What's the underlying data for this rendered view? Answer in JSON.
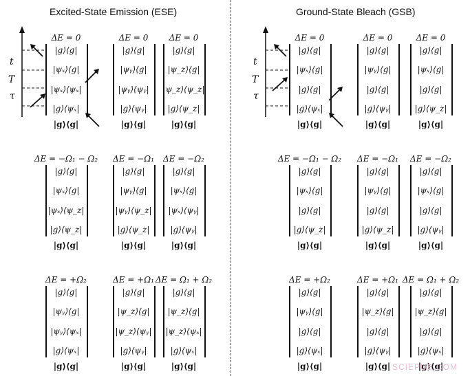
{
  "panels": [
    {
      "title": "Excited-State Emission (ESE)",
      "rows": [
        [
          {
            "de": "ΔE = 0",
            "terms": [
              "|g⟩⟨g|",
              "|ψₓ⟩⟨g|",
              "|ψₓ⟩⟨ψₓ|",
              "|g⟩⟨ψₓ|",
              "|g⟩⟨g|"
            ]
          },
          {
            "de": "ΔE = 0",
            "terms": [
              "|g⟩⟨g|",
              "|ψᵧ⟩⟨g|",
              "|ψᵧ⟩⟨ψᵧ|",
              "|g⟩⟨ψᵧ|",
              "|g⟩⟨g|"
            ]
          },
          {
            "de": "ΔE = 0",
            "terms": [
              "|g⟩⟨g|",
              "|ψ_z⟩⟨g|",
              "|ψ_z⟩⟨ψ_z|",
              "|g⟩⟨ψ_z|",
              "|g⟩⟨g|"
            ]
          }
        ],
        [
          {
            "de": "ΔE = −Ω₁ − Ω₂",
            "terms": [
              "|g⟩⟨g|",
              "|ψₓ⟩⟨g|",
              "|ψₓ⟩⟨ψ_z|",
              "|g⟩⟨ψ_z|",
              "|g⟩⟨g|"
            ]
          },
          {
            "de": "ΔE = −Ω₁",
            "terms": [
              "|g⟩⟨g|",
              "|ψᵧ⟩⟨g|",
              "|ψᵧ⟩⟨ψ_z|",
              "|g⟩⟨ψ_z|",
              "|g⟩⟨g|"
            ]
          },
          {
            "de": "ΔE = −Ω₂",
            "terms": [
              "|g⟩⟨g|",
              "|ψₓ⟩⟨g|",
              "|ψₓ⟩⟨ψᵧ|",
              "|g⟩⟨ψᵧ|",
              "|g⟩⟨g|"
            ]
          }
        ],
        [
          {
            "de": "ΔE = +Ω₂",
            "terms": [
              "|g⟩⟨g|",
              "|ψᵧ⟩⟨g|",
              "|ψᵧ⟩⟨ψₓ|",
              "|g⟩⟨ψₓ|",
              "|g⟩⟨g|"
            ]
          },
          {
            "de": "ΔE = +Ω₁",
            "terms": [
              "|g⟩⟨g|",
              "|ψ_z⟩⟨g|",
              "|ψ_z⟩⟨ψᵧ|",
              "|g⟩⟨ψᵧ|",
              "|g⟩⟨g|"
            ]
          },
          {
            "de": "ΔE = Ω₁ + Ω₂",
            "terms": [
              "|g⟩⟨g|",
              "|ψ_z⟩⟨g|",
              "|ψ_z⟩⟨ψₓ|",
              "|g⟩⟨ψₓ|",
              "|g⟩⟨g|"
            ]
          }
        ]
      ]
    },
    {
      "title": "Ground-State Bleach (GSB)",
      "rows": [
        [
          {
            "de": "ΔE = 0",
            "terms": [
              "|g⟩⟨g|",
              "|ψₓ⟩⟨g|",
              "|g⟩⟨g|",
              "|g⟩⟨ψₓ|",
              "|g⟩⟨g|"
            ]
          },
          {
            "de": "ΔE = 0",
            "terms": [
              "|g⟩⟨g|",
              "|ψᵧ⟩⟨g|",
              "|g⟩⟨g|",
              "|g⟩⟨ψᵧ|",
              "|g⟩⟨g|"
            ]
          },
          {
            "de": "ΔE = 0",
            "terms": [
              "|g⟩⟨g|",
              "|ψₓ⟩⟨g|",
              "|g⟩⟨g|",
              "|g⟩⟨ψ_z|",
              "|g⟩⟨g|"
            ]
          }
        ],
        [
          {
            "de": "ΔE = −Ω₁ − Ω₂",
            "terms": [
              "|g⟩⟨g|",
              "|ψₓ⟩⟨g|",
              "|g⟩⟨g|",
              "|g⟩⟨ψ_z|",
              "|g⟩⟨g|"
            ]
          },
          {
            "de": "ΔE = −Ω₁",
            "terms": [
              "|g⟩⟨g|",
              "|ψᵧ⟩⟨g|",
              "|g⟩⟨g|",
              "|g⟩⟨ψ_z|",
              "|g⟩⟨g|"
            ]
          },
          {
            "de": "ΔE = −Ω₂",
            "terms": [
              "|g⟩⟨g|",
              "|ψₓ⟩⟨g|",
              "|g⟩⟨g|",
              "|g⟩⟨ψᵧ|",
              "|g⟩⟨g|"
            ]
          }
        ],
        [
          {
            "de": "ΔE = +Ω₂",
            "terms": [
              "|g⟩⟨g|",
              "|ψᵧ⟩⟨g|",
              "|g⟩⟨g|",
              "|g⟩⟨ψₓ|",
              "|g⟩⟨g|"
            ]
          },
          {
            "de": "ΔE = +Ω₁",
            "terms": [
              "|g⟩⟨g|",
              "|ψ_z⟩⟨g|",
              "|g⟩⟨g|",
              "|g⟩⟨ψᵧ|",
              "|g⟩⟨g|"
            ]
          },
          {
            "de": "ΔE = Ω₁ + Ω₂",
            "terms": [
              "|g⟩⟨g|",
              "|ψ_z⟩⟨g|",
              "|g⟩⟨g|",
              "|g⟩⟨ψₓ|",
              "|g⟩⟨g|"
            ]
          }
        ]
      ]
    }
  ],
  "time_labels": [
    "t",
    "T",
    "τ"
  ],
  "watermark": "SCIEPUB.COM"
}
